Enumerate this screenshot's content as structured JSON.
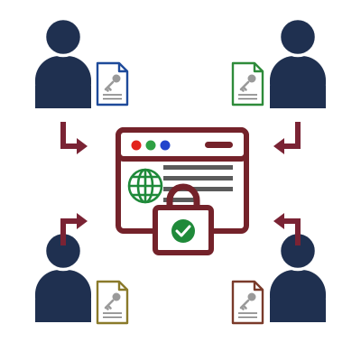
{
  "diagram": {
    "colors": {
      "user": "#1f3050",
      "arrow": "#7a2334",
      "window": "#74222a",
      "globe": "#1f8a3a",
      "check": "#1f8a3a",
      "dot_red": "#e2221c",
      "dot_green": "#2ea043",
      "dot_blue": "#2244cc"
    },
    "users": [
      {
        "position": "top-left",
        "icon": "person-icon"
      },
      {
        "position": "top-right",
        "icon": "person-icon"
      },
      {
        "position": "bottom-left",
        "icon": "person-icon"
      },
      {
        "position": "bottom-right",
        "icon": "person-icon"
      }
    ],
    "documents": [
      {
        "owner": "top-left",
        "icon": "key-document-icon",
        "color": "#1e4a9a"
      },
      {
        "owner": "top-right",
        "icon": "key-document-icon",
        "color": "#2e8b3a"
      },
      {
        "owner": "bottom-left",
        "icon": "key-document-icon",
        "color": "#8a7a2a"
      },
      {
        "owner": "bottom-right",
        "icon": "key-document-icon",
        "color": "#7a3a2a"
      }
    ],
    "center": {
      "icon": "secure-website-icon",
      "lock_icon": "padlock-icon",
      "status_icon": "checkmark-icon"
    }
  }
}
